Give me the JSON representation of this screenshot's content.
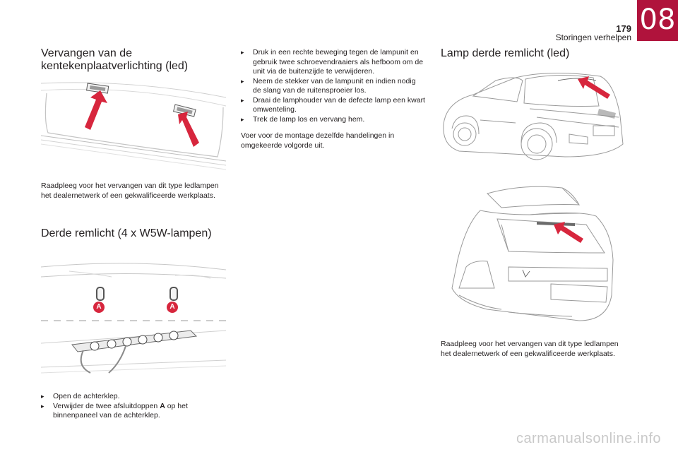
{
  "header": {
    "page_number": "179",
    "chapter_title": "Storingen verhelpen",
    "chapter_number": "08",
    "chapter_color": "#b0133c"
  },
  "col1": {
    "section1_title_line1": "Vervangen van de",
    "section1_title_line2": "kentekenplaatverlichting (led)",
    "section1_text": "Raadpleeg voor het vervangen van dit type ledlampen het dealernetwerk of een gekwalificeerde werkplaats.",
    "section2_title": "Derde remlicht (4 x W5W-lampen)",
    "marker_label": "A",
    "bullets": [
      {
        "prefix": "Open de achterklep.",
        "bold": "",
        "suffix": ""
      },
      {
        "prefix": "Verwijder de twee afsluitdoppen ",
        "bold": "A",
        "suffix": " op het binnenpaneel van de achterklep."
      }
    ]
  },
  "col2": {
    "bullets": [
      "Druk in een rechte beweging tegen de lampunit en gebruik twee schroevendraaiers als hefboom om de unit via de buitenzijde te verwijderen.",
      "Neem de stekker van de lampunit en indien nodig de slang van de ruitensproeier los.",
      "Draai de lamphouder van de defecte lamp een kwart omwenteling.",
      "Trek de lamp los en vervang hem."
    ],
    "closing_text": "Voer voor de montage dezelfde handelingen in omgekeerde volgorde uit."
  },
  "col3": {
    "section_title": "Lamp derde remlicht (led)",
    "text": "Raadpleeg voor het vervangen van dit type ledlampen het dealernetwerk of een gekwalificeerde werkplaats."
  },
  "icons": {
    "bullet_icon": "arrow-bullet-icon",
    "arrow_color": "#d7263d"
  },
  "watermark": "carmanualsonline.info"
}
